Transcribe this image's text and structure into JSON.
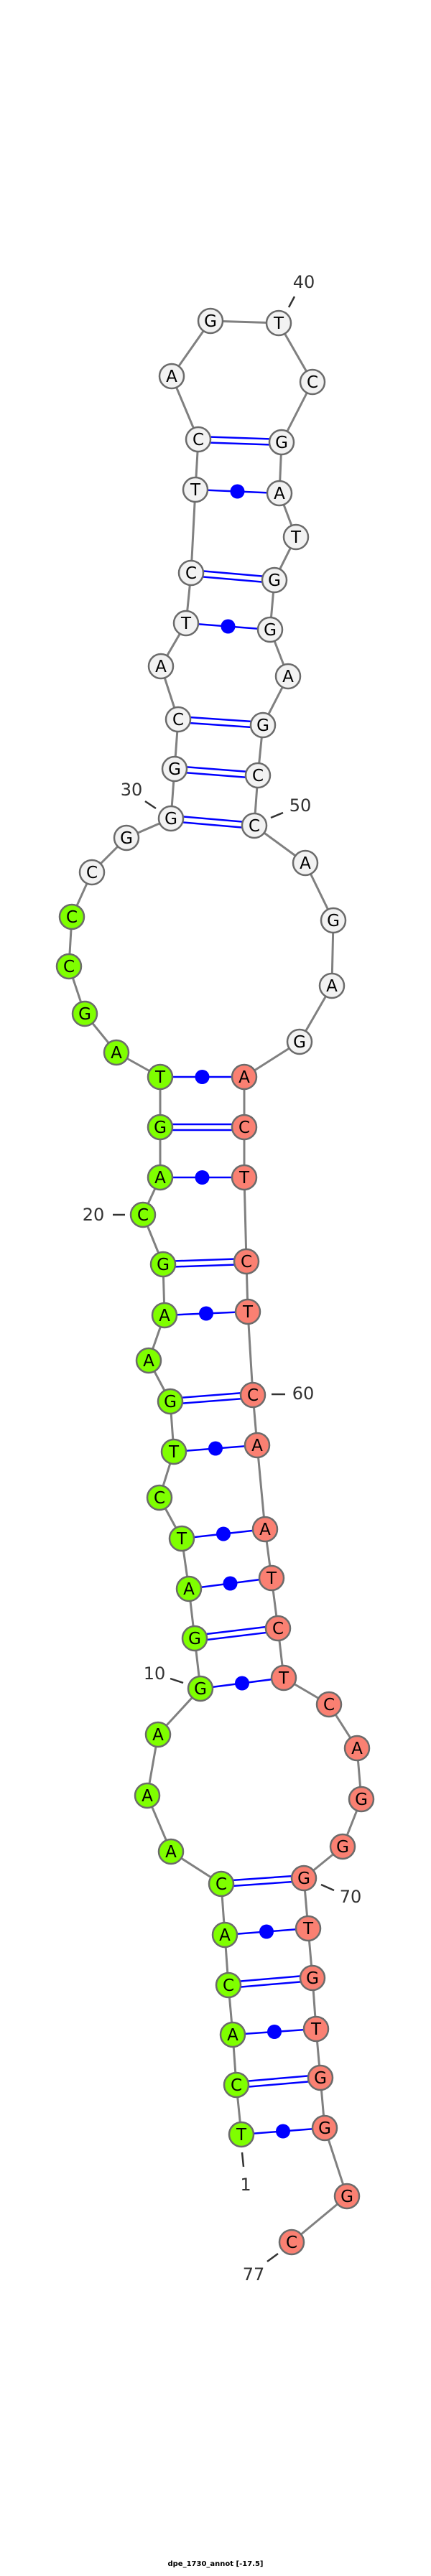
{
  "title": "dpe_1730_annot [-17.5]",
  "sequence": [
    "T",
    "C",
    "A",
    "C",
    "A",
    "C",
    "A",
    "A",
    "A",
    "G",
    "G",
    "A",
    "T",
    "C",
    "T",
    "G",
    "A",
    "A",
    "G",
    "C",
    "A",
    "G",
    "T",
    "A",
    "G",
    "C",
    "C",
    "C",
    "G",
    "G",
    "G",
    "C",
    "A",
    "T",
    "C",
    "T",
    "C",
    "A",
    "G",
    "T",
    "C",
    "G",
    "A",
    "T",
    "G",
    "G",
    "A",
    "G",
    "C",
    "C",
    "A",
    "G",
    "A",
    "G",
    "A",
    "C",
    "T",
    "C",
    "T",
    "C",
    "A",
    "A",
    "T",
    "C",
    "T",
    "C",
    "A",
    "G",
    "G",
    "G",
    "T",
    "G",
    "T",
    "G",
    "G",
    "G",
    "C"
  ],
  "regions": [
    {
      "from": 1,
      "to": 27,
      "color": "#7fff00"
    },
    {
      "from": 28,
      "to": 54,
      "color": "#f2f2f2"
    },
    {
      "from": 55,
      "to": 77,
      "color": "#fa8072"
    }
  ],
  "pairs": [
    [
      1,
      75
    ],
    [
      2,
      74
    ],
    [
      3,
      73
    ],
    [
      4,
      72
    ],
    [
      5,
      71
    ],
    [
      6,
      70
    ],
    [
      10,
      65
    ],
    [
      11,
      64
    ],
    [
      12,
      63
    ],
    [
      13,
      62
    ],
    [
      15,
      61
    ],
    [
      16,
      60
    ],
    [
      18,
      59
    ],
    [
      19,
      58
    ],
    [
      21,
      57
    ],
    [
      22,
      56
    ],
    [
      23,
      55
    ],
    [
      30,
      50
    ],
    [
      31,
      49
    ],
    [
      32,
      48
    ],
    [
      34,
      46
    ],
    [
      35,
      45
    ],
    [
      36,
      43
    ],
    [
      37,
      42
    ]
  ],
  "number_labels": [
    {
      "index": 1,
      "text": "1"
    },
    {
      "index": 10,
      "text": "10"
    },
    {
      "index": 20,
      "text": "20"
    },
    {
      "index": 30,
      "text": "30"
    },
    {
      "index": 40,
      "text": "40"
    },
    {
      "index": 50,
      "text": "50"
    },
    {
      "index": 60,
      "text": "60"
    },
    {
      "index": 70,
      "text": "70"
    },
    {
      "index": 77,
      "text": "77"
    }
  ],
  "colors": {
    "backbone": "#808080",
    "pair": "#0000ff",
    "outline": "#6b6b6b"
  }
}
